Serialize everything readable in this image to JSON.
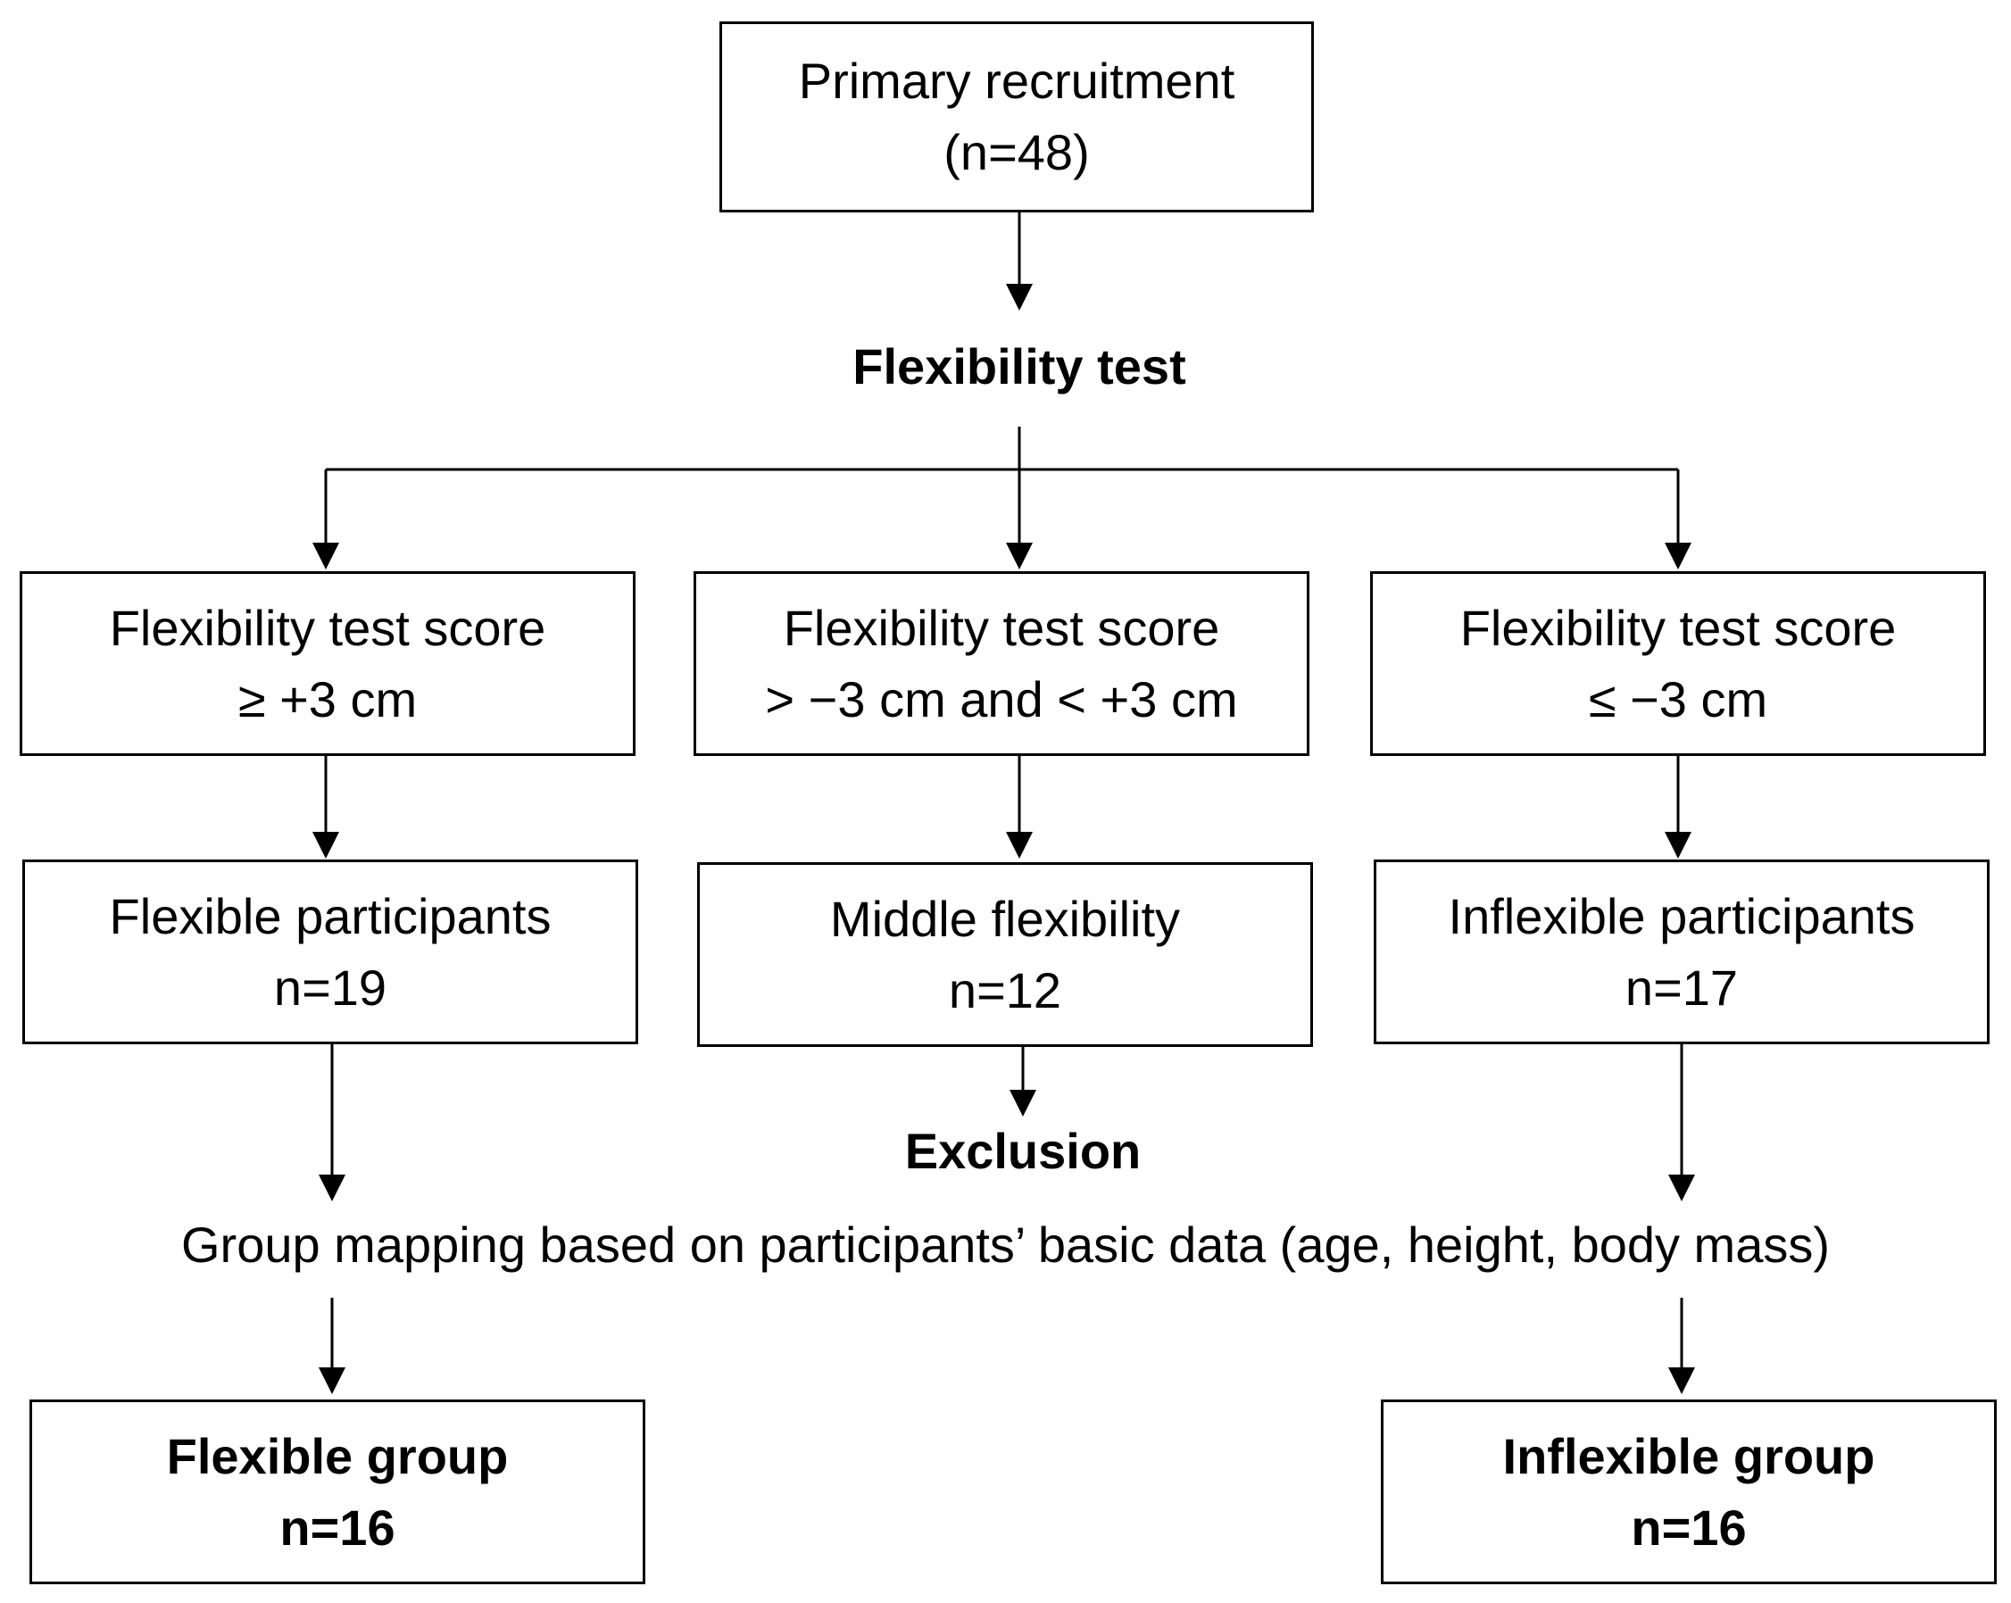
{
  "nodes": {
    "primary": {
      "line1": "Primary recruitment",
      "line2": "(n=48)"
    },
    "test": {
      "label": "Flexibility test"
    },
    "score_high": {
      "line1": "Flexibility test score",
      "line2": "≥ +3 cm"
    },
    "score_mid": {
      "line1": "Flexibility test score",
      "line2": "> −3 cm and < +3 cm"
    },
    "score_low": {
      "line1": "Flexibility test score",
      "line2": "≤ −3 cm"
    },
    "flexible_participants": {
      "line1": "Flexible participants",
      "line2": "n=19"
    },
    "middle": {
      "line1": "Middle flexibility",
      "line2": "n=12"
    },
    "inflexible_participants": {
      "line1": "Inflexible participants",
      "line2": "n=17"
    },
    "exclusion": {
      "label": "Exclusion"
    },
    "mapping": {
      "label": "Group mapping based on participants’ basic data (age, height, body mass)"
    },
    "flexible_group": {
      "line1": "Flexible group",
      "line2": "n=16"
    },
    "inflexible_group": {
      "line1": "Inflexible group",
      "line2": "n=16"
    }
  },
  "edges": [
    {
      "from": "primary",
      "to": "test"
    },
    {
      "from": "test",
      "to": "score_high"
    },
    {
      "from": "test",
      "to": "score_mid"
    },
    {
      "from": "test",
      "to": "score_low"
    },
    {
      "from": "score_high",
      "to": "flexible_participants"
    },
    {
      "from": "score_mid",
      "to": "middle"
    },
    {
      "from": "score_low",
      "to": "inflexible_participants"
    },
    {
      "from": "middle",
      "to": "exclusion"
    },
    {
      "from": "flexible_participants",
      "to": "mapping"
    },
    {
      "from": "inflexible_participants",
      "to": "mapping"
    },
    {
      "from": "mapping",
      "to": "flexible_group"
    },
    {
      "from": "mapping",
      "to": "inflexible_group"
    }
  ]
}
